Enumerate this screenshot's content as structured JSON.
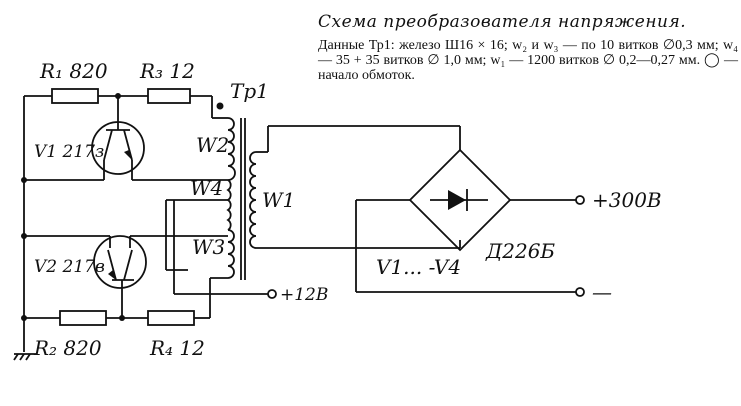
{
  "caption": {
    "title": "Схема преобразователя напряжения.",
    "body": "Данные Тр1: железо Ш16 × 16; w₂ и w₃ — по 10 витков ∅0,3 мм; w₄ — 35 + 35 витков ∅ 1,0 мм; w₁ — 1200 витков ∅ 0,2—0,27 мм. ◯ — начало обмоток."
  },
  "labels": {
    "r1": "R₁ 820",
    "r3": "R₃ 12",
    "r2": "R₂ 820",
    "r4": "R₄ 12",
    "v1": "V1 217з",
    "v2": "V2 217в",
    "tr1": "Тр1",
    "w2": "W2",
    "w4": "W4",
    "w3": "W3",
    "w1": "W1",
    "bridge_range": "V1... -V4",
    "bridge_type": "Д226Б",
    "out_pos": "+300В",
    "out_neg": "—",
    "supply": "+12В"
  },
  "colors": {
    "ink": "#111111",
    "paper": "#ffffff"
  }
}
